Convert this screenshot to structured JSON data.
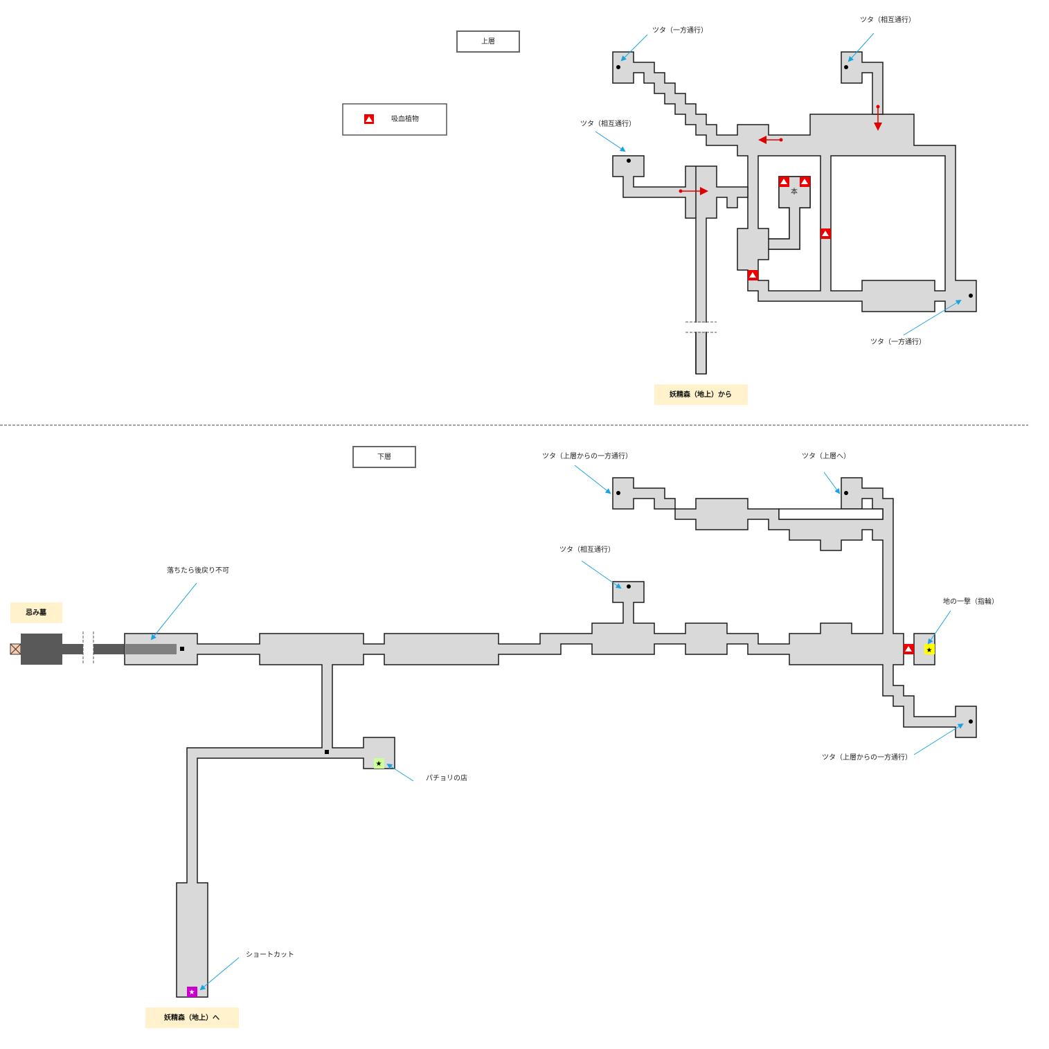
{
  "title": "妖精森 地下 マップ",
  "colors": {
    "floor": "#d9d9d9",
    "wall": "#1a1a1a",
    "plant": "#ee0000",
    "callout": "#1aa3e0",
    "entrance_box": "#fff2cc",
    "dark_passage": "#595959",
    "shop_marker": "#ccff99",
    "ring_marker": "#ffff00",
    "shortcut_marker": "#cc00cc",
    "vine_arrow": "#e00000"
  },
  "upper": {
    "label": "上層",
    "legend": {
      "icon": "red-triangle",
      "label": "吸血植物"
    },
    "book_label": "本",
    "entrance_label": "妖精森（地上）から",
    "callouts": [
      "ツタ（一方通行）",
      "ツタ（相互通行）",
      "ツタ（相互通行）",
      "ツタ（一方通行）"
    ]
  },
  "lower": {
    "label": "下層",
    "entrance_left_label": "忌み墓",
    "entrance_bottom_label": "妖精森（地上）へ",
    "callouts": [
      "ツタ（上層からの一方通行）",
      "ツタ（上層へ）",
      "ツタ（相互通行）",
      "落ちたら後戻り不可",
      "地の一撃（指輪）",
      "ツタ（上層からの一方通行）",
      "パチョリの店",
      "ショートカット"
    ]
  }
}
